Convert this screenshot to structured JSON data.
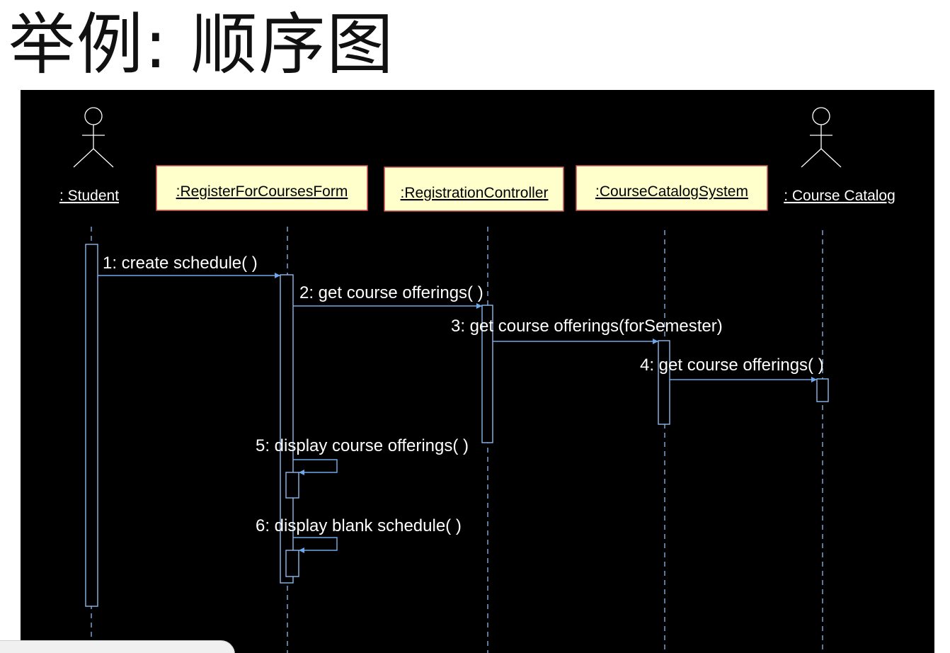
{
  "slide": {
    "title": "举例: 顺序图"
  },
  "colors": {
    "background": "#ffffff",
    "panel": "#000000",
    "line": "#8fb8ee",
    "arrow": "#6fa8e8",
    "object_box_fill": "#ffffcc",
    "object_box_border": "#d05050",
    "text": "#ffffff",
    "object_text": "#000000"
  },
  "participants": [
    {
      "id": "student",
      "label": ": Student",
      "kind": "actor"
    },
    {
      "id": "form",
      "label": ":RegisterForCoursesForm",
      "kind": "object"
    },
    {
      "id": "controller",
      "label": ":RegistrationController",
      "kind": "object"
    },
    {
      "id": "catalogsys",
      "label": ":CourseCatalogSystem",
      "kind": "object"
    },
    {
      "id": "catalog",
      "label": ": Course Catalog",
      "kind": "actor"
    }
  ],
  "messages": [
    {
      "id": "m1",
      "label": "1: create schedule( )",
      "from": "student",
      "to": "form"
    },
    {
      "id": "m2",
      "label": "2: get course offerings( )",
      "from": "form",
      "to": "controller"
    },
    {
      "id": "m3",
      "label": "3: get course offerings(forSemester)",
      "from": "controller",
      "to": "catalogsys"
    },
    {
      "id": "m4",
      "label": "4: get course offerings( )",
      "from": "catalogsys",
      "to": "catalog"
    },
    {
      "id": "m5",
      "label": "5: display course offerings( )",
      "from": "form",
      "to": "form"
    },
    {
      "id": "m6",
      "label": "6: display blank schedule( )",
      "from": "form",
      "to": "form"
    }
  ],
  "icons": {
    "actor": "stick-figure-icon"
  }
}
